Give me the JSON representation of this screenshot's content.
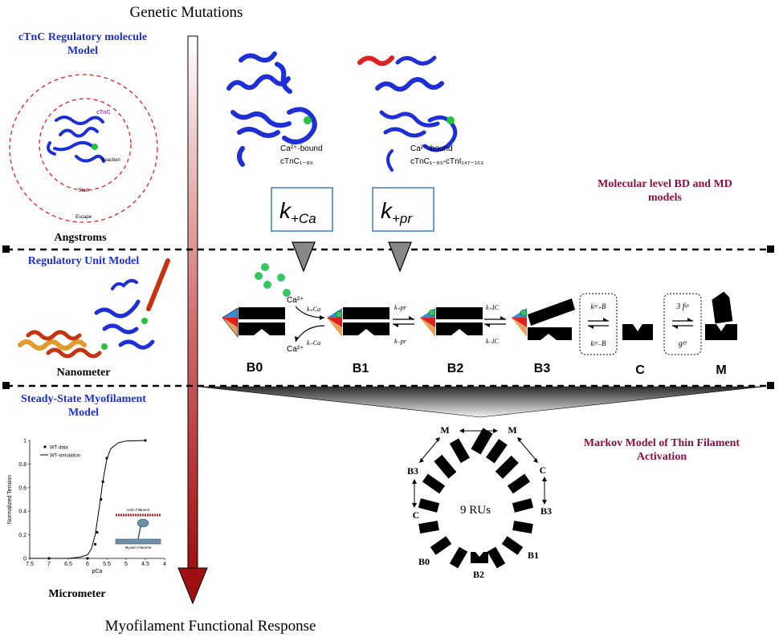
{
  "top_label": "Genetic Mutations",
  "bottom_label": "Myofilament Functional Response",
  "left_panels": {
    "ctnc": {
      "title_line1": "cTnC Regulatory molecule",
      "title_line2": "Model",
      "scale": "Angstroms",
      "ctnc_label": "cTnC",
      "reaction": "Reaction",
      "start": "Start",
      "escape": "Escape"
    },
    "ru": {
      "title": "Regulatory Unit Model",
      "scale": "Nanometer"
    },
    "myofil": {
      "title_line1": "Steady-State Myofilament",
      "title_line2": "Model",
      "scale": "Micrometer"
    }
  },
  "molecular": {
    "struct1_line1": "Ca²⁺-bound",
    "struct1_line2": "cTnC₁₋₈₉",
    "struct2_line1": "Ca²⁺-bound",
    "struct2_line2": "cTnC₁₋₈₉-cTnI₁₄₇₋₁₆₃",
    "k_ca": "k",
    "k_ca_sub": "+Ca",
    "k_pr": "k",
    "k_pr_sub": "+pr",
    "level_line1": "Molecular level BD and MD",
    "level_line2": "models"
  },
  "states": {
    "labels": [
      "B0",
      "B1",
      "B2",
      "B3",
      "C",
      "M"
    ],
    "ca_top": "Ca²⁺",
    "ca_bottom": "Ca²⁺",
    "r1_fwd": "k₊Ca",
    "r1_rev": "k₋Ca",
    "r2_fwd": "k₊pr",
    "r2_rev": "k₋pr",
    "r3_fwd": "k₊IC",
    "r3_rev": "k₋IC",
    "r4_fwd": "kᵡʸ₊B",
    "r4_rev": "kᵡʸ₋B",
    "r5_fwd": "3 fᵡʸ",
    "r5_rev": "gᵡʸ"
  },
  "markov": {
    "title_line1": "Markov Model of Thin Filament",
    "title_line2": "Activation",
    "center": "9 RUs",
    "ring_labels": [
      "M",
      "M",
      "C",
      "B3",
      "B1",
      "B2",
      "B0",
      "C",
      "B3"
    ]
  },
  "chart_data": {
    "type": "scatter",
    "xlabel": "pCa",
    "ylabel": "Normalized Tension",
    "x_ticks": [
      "7.5",
      "7",
      "6.5",
      "6",
      "5.5",
      "5",
      "4.5",
      "4"
    ],
    "y_ticks": [
      "0",
      "0.2",
      "0.4",
      "0.6",
      "0.8",
      "1"
    ],
    "xlim": [
      7.5,
      4
    ],
    "ylim": [
      0,
      1
    ],
    "series": [
      {
        "name": "WT data",
        "x": [
          7.0,
          6.0,
          5.8,
          5.75,
          5.65,
          5.6,
          5.5,
          4.5
        ],
        "y": [
          0.0,
          0.0,
          0.12,
          0.22,
          0.5,
          0.65,
          0.85,
          1.0
        ]
      },
      {
        "name": "WT-simulation",
        "x": [
          7.5,
          7.0,
          6.5,
          6.2,
          6.0,
          5.9,
          5.8,
          5.7,
          5.6,
          5.5,
          5.4,
          5.2,
          5.0,
          4.5
        ],
        "y": [
          0,
          0,
          0,
          0.01,
          0.03,
          0.08,
          0.2,
          0.42,
          0.66,
          0.84,
          0.93,
          0.98,
          0.995,
          1.0
        ]
      }
    ],
    "inset_top": "Actin Filament",
    "inset_bottom": "Myosin Filament"
  }
}
